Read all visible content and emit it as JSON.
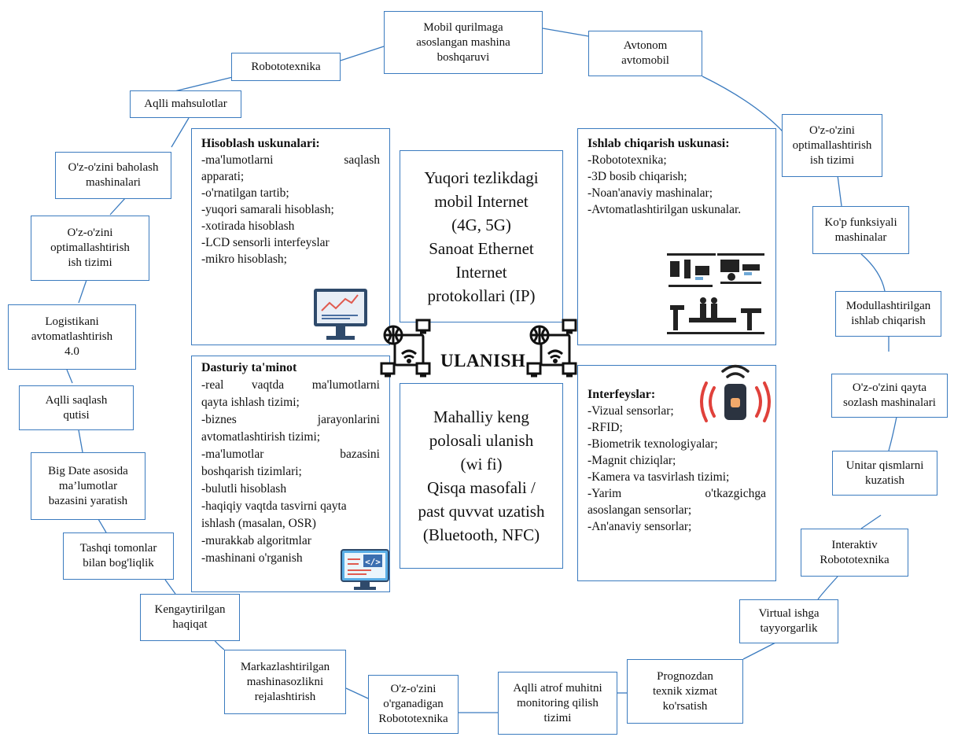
{
  "nodes": {
    "mobil": "Mobil qurilmaga\nasoslangan mashina\nboshqaruvi",
    "avtonom": "Avtonom\navtomobil",
    "robototexnika": "Robototexnika",
    "aqlli_mahsulot": "Aqlli mahsulotlar",
    "ozozini_optim_right": "O'z-o'zini\noptimallashtirish\nish tizimi",
    "ozozini_baholash": "O'z-o'zini baholash\nmashinalari",
    "kop_funksiyali": "Ko'p funksiyali\nmashinalar",
    "ozozini_optim_left": "O'z-o'zini\noptimallashtirish\nish tizimi",
    "modul": "Modullashtirilgan\nishlab chiqarish",
    "logistika": "Logistikani\navtomatlashtirish\n4.0",
    "qayta_sozlash": "O'z-o'zini qayta\nsozlash mashinalari",
    "aqlli_saqlash": "Aqlli saqlash\nqutisi",
    "unitar": "Unitar qismlarni\nkuzatish",
    "big_date": "Big Date asosida\nma’lumotlar\nbazasini yaratish",
    "interaktiv": "Interaktiv\nRobototexnika",
    "tashqi": "Tashqi tomonlar\nbilan bog'liqlik",
    "virtual": "Virtual ishga\ntayyorgarlik",
    "kengaytirilgan": "Kengaytirilgan\nhaqiqat",
    "prognoz": "Prognozdan\ntexnik xizmat\nko'rsatish",
    "markaz": "Markazlashtirilgan\nmashinasozlikni\nrejalashtirish",
    "ozorganadigan": "O'z-o'zini\no'rganadigan\nRobototexnika",
    "atrof": "Aqlli atrof muhitni\nmonitoring qilish\ntizimi"
  },
  "panels": {
    "hisoblash": {
      "title": "Hisoblash uskunalari:",
      "l1a": "-ma'lumotlarni",
      "l1b": "saqlash",
      "l2": "apparati;",
      "l3": "-o'rnatilgan tartib;",
      "l4": "-yuqori samarali hisoblash;",
      "l5": "-xotirada hisoblash",
      "l6": "-LCD sensorli interfeyslar",
      "l7": "-mikro hisoblash;"
    },
    "ishlab": {
      "title": "Ishlab chiqarish uskunasi:",
      "l1": "-Robototexnika;",
      "l2": "-3D bosib chiqarish;",
      "l3": "-Noan'anaviy mashinalar;",
      "l4": "-Avtomatlashtirilgan uskunalar."
    },
    "dasturiy": {
      "title": "Dasturiy ta'minot",
      "l1a": "-real",
      "l1b": "vaqtda",
      "l1c": "ma'lumotlarni",
      "l2": "qayta ishlash tizimi;",
      "l3a": "-biznes",
      "l3b": "jarayonlarini",
      "l4": "avtomatlashtirish tizimi;",
      "l5a": "-ma'lumotlar",
      "l5b": "bazasini",
      "l6": "boshqarish tizimlari;",
      "l7": "-bulutli hisoblash",
      "l8": "-haqiqiy vaqtda tasvirni qayta",
      "l9": "ishlash (masalan, OSR)",
      "l10": "-murakkab algoritmlar",
      "l11": "-mashinani o'rganish"
    },
    "interfeys": {
      "title": "Interfeyslar:",
      "l1": "-Vizual sensorlar;",
      "l2": "-RFID;",
      "l3": "-Biometrik texnologiyalar;",
      "l4": "-Magnit chiziqlar;",
      "l5": "-Kamera va tasvirlash tizimi;",
      "l6a": "-Yarim",
      "l6b": "o'tkazgichga",
      "l7": "asoslangan sensorlar;",
      "l8": "-An'anaviy sensorlar;"
    }
  },
  "center": {
    "top": [
      "Yuqori tezlikdagi",
      "mobil Internet",
      "(4G, 5G)",
      "Sanoat Ethernet",
      "Internet",
      "protokollari (IP)"
    ],
    "label": "ULANISH",
    "bottom": [
      "Mahalliy keng",
      "polosali ulanish",
      "(wi fi)",
      "Qisqa masofali /",
      "past quvvat uzatish",
      "(Bluetooth, NFC)"
    ]
  },
  "colors": {
    "border": "#3b7bbf",
    "line": "#3b7bbf",
    "accent_red": "#e0413b"
  },
  "icons": [
    "network-icon",
    "network-icon",
    "monitor-chart-icon",
    "monitor-code-icon",
    "factory-robots-image",
    "wireless-sensor-icon"
  ]
}
